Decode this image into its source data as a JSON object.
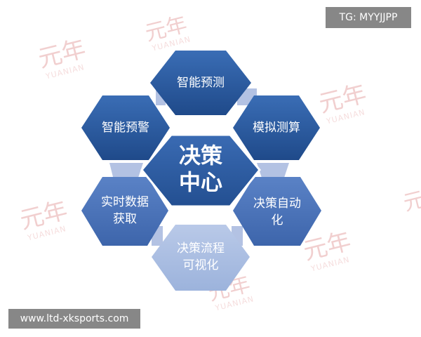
{
  "overlay": {
    "tag": "TG: MYYJJPP",
    "url": "www.ltd-xksports.com"
  },
  "watermark": {
    "logo_text": "元年",
    "sub_text": "YUANIAN"
  },
  "diagram": {
    "center": {
      "line1": "决策",
      "line2": "中心"
    },
    "nodes": [
      {
        "id": "top",
        "lines": [
          "智能预测"
        ]
      },
      {
        "id": "upper-right",
        "lines": [
          "模拟测算"
        ]
      },
      {
        "id": "lower-right",
        "lines": [
          "决策自动",
          "化"
        ]
      },
      {
        "id": "bottom",
        "lines": [
          "决策流程",
          "可视化"
        ]
      },
      {
        "id": "lower-left",
        "lines": [
          "实时数据",
          "获取"
        ]
      },
      {
        "id": "upper-left",
        "lines": [
          "智能预警"
        ]
      }
    ],
    "colors": {
      "dark": "#2c5a9c",
      "mid": "#4a72b8",
      "light": "#a9bde0",
      "connector": "#b3c2e3",
      "center_stroke": "#ffffff"
    }
  }
}
